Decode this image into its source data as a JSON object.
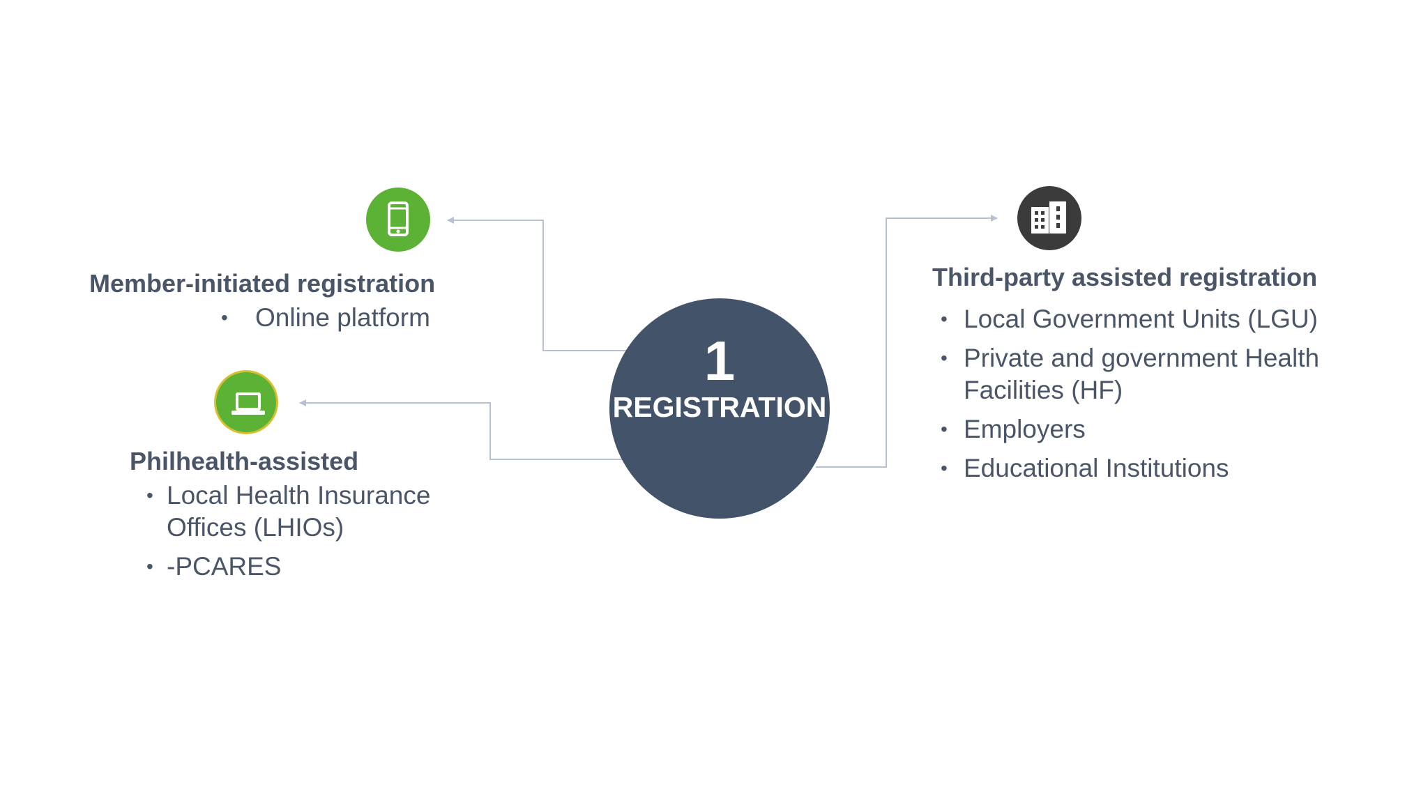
{
  "hub": {
    "number": "1",
    "label": "REGISTRATION"
  },
  "left_top": {
    "icon": "smartphone-icon",
    "heading": "Member-initiated registration",
    "items": [
      "Online platform"
    ]
  },
  "left_bottom": {
    "icon": "laptop-icon",
    "heading": "Philhealth-assisted",
    "items": [
      "Local Health Insurance Offices (LHIOs)",
      "-PCARES"
    ]
  },
  "right": {
    "icon": "building-icon",
    "heading": "Third-party assisted registration",
    "items": [
      "Local Government Units (LGU)",
      "Private and government Health Facilities (HF)",
      "Employers",
      "Educational Institutions"
    ]
  },
  "colors": {
    "hub": "#43536a",
    "text": "#4a5568",
    "green_icon": "#5cb235",
    "dark_icon": "#3b3b3b",
    "connector": "#b8c1cf"
  }
}
